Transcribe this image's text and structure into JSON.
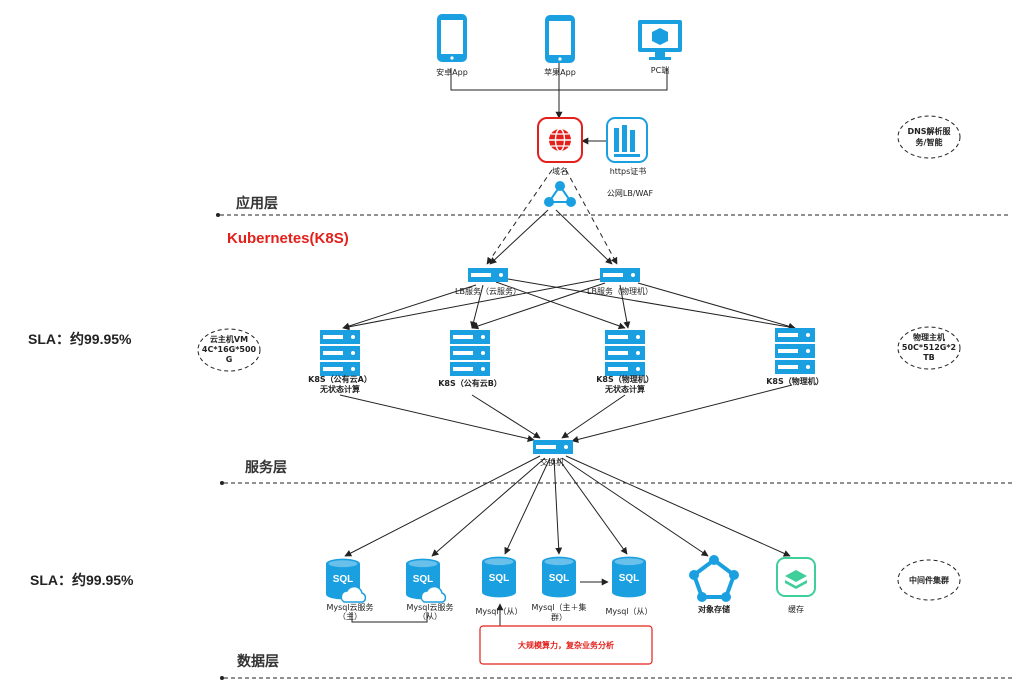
{
  "clients": {
    "android": "安卓App",
    "apple": "苹果App",
    "pc": "PC端"
  },
  "gateway": {
    "domain": "域名",
    "https_cert": "https证书",
    "public_lb_waf": "公网LB/WAF"
  },
  "side_notes": {
    "dns": "DNS解析服务/智能",
    "cloud_vm": "云主机VM 4C*16G*500G",
    "physical_host": "物理主机 50C*512G*2TB",
    "middleware": "中间件集群"
  },
  "layers": {
    "application": "应用层",
    "service": "服务层",
    "data": "数据层"
  },
  "kubernetes_title": "Kubernetes(K8S)",
  "sla": {
    "top": "SLA：约99.95%",
    "bottom": "SLA：约99.95%"
  },
  "load_balancers": {
    "lb_cloud": "LB服务（云服务）",
    "lb_physical": "LB服务（物理机）"
  },
  "k8s_nodes": {
    "cloud_a": "K8S（公有云A）无状态计算",
    "cloud_b": "K8S（公有云B）",
    "physical_1": "K8S（物理机）无状态计算",
    "physical_2": "K8S（物理机）"
  },
  "switch_label": "交换机",
  "data_nodes": {
    "mysql_cloud_master": "Mysql云服务（主）",
    "mysql_cloud_slave": "Mysql云服务（从）",
    "mysql_slave_1": "Mysql（从）",
    "mysql_cluster_master": "Mysql（主＋集群）",
    "mysql_slave_2": "Mysql（从）",
    "object_storage": "对象存储",
    "cache": "缓存",
    "sql_badge": "SQL"
  },
  "callout": "大规模算力，复杂业务分析",
  "colors": {
    "primary": "#1aa0e0",
    "accent_red": "#e3201b",
    "cache_green": "#3ecf9a",
    "line": "#222222"
  }
}
